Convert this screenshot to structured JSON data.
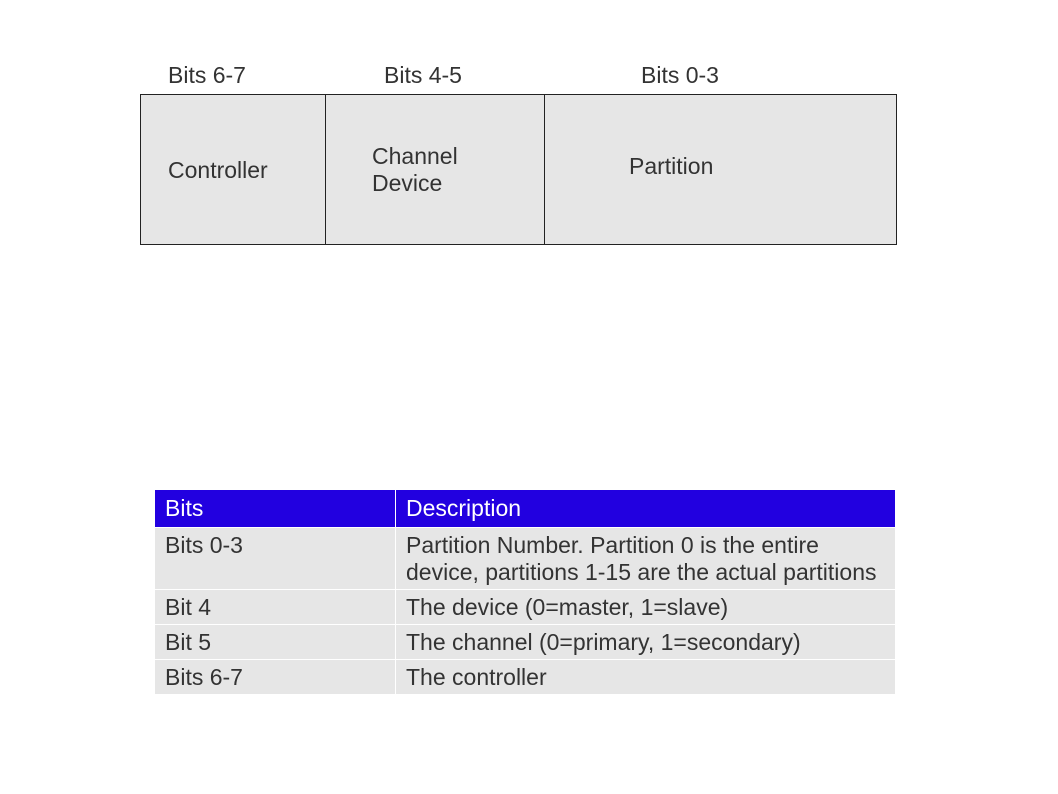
{
  "diagram": {
    "bit_labels": [
      "Bits 6-7",
      "Bits 4-5",
      "Bits 0-3"
    ],
    "fields": [
      {
        "line1": "Controller",
        "line2": ""
      },
      {
        "line1": "Channel",
        "line2": "Device"
      },
      {
        "line1": "Partition",
        "line2": ""
      }
    ]
  },
  "table": {
    "header": {
      "bits": "Bits",
      "description": "Description"
    },
    "rows": [
      {
        "bits": "Bits 0-3",
        "line1": "Partition Number. Partition 0 is the entire",
        "line2": "device, partitions 1-15 are the actual partitions"
      },
      {
        "bits": "Bit 4",
        "line1": "The device (0=master, 1=slave)",
        "line2": ""
      },
      {
        "bits": "Bit 5",
        "line1": "The channel (0=primary, 1=secondary)",
        "line2": ""
      },
      {
        "bits": "Bits 6-7",
        "line1": "The controller",
        "line2": ""
      }
    ]
  },
  "colors": {
    "header_bg": "#2200e0",
    "cell_bg": "#e6e6e6",
    "text": "#333333"
  }
}
